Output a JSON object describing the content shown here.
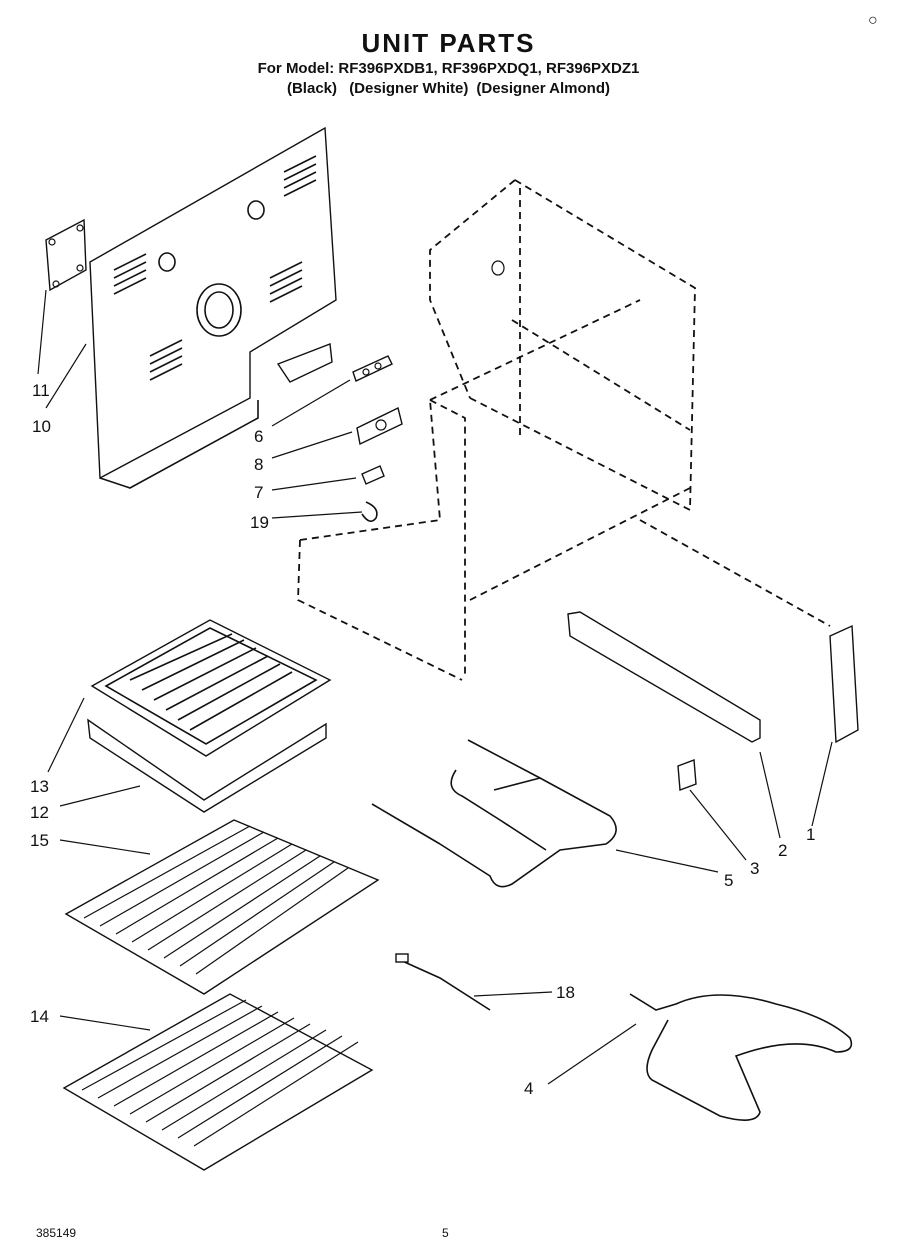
{
  "header": {
    "title": "UNIT PARTS",
    "models": "For Model: RF396PXDB1, RF396PXDQ1, RF396PXDZ1",
    "colors": [
      "(Black)",
      "(Designer White)",
      "(Designer Almond)"
    ],
    "corner_mark": "○"
  },
  "callouts": {
    "c1": "1",
    "c2": "2",
    "c3": "3",
    "c4": "4",
    "c5": "5",
    "c6": "6",
    "c7": "7",
    "c8": "8",
    "c10": "10",
    "c11": "11",
    "c12": "12",
    "c13": "13",
    "c14": "14",
    "c15": "15",
    "c18": "18",
    "c19": "19"
  },
  "footer": {
    "code": "385149",
    "page": "5"
  }
}
